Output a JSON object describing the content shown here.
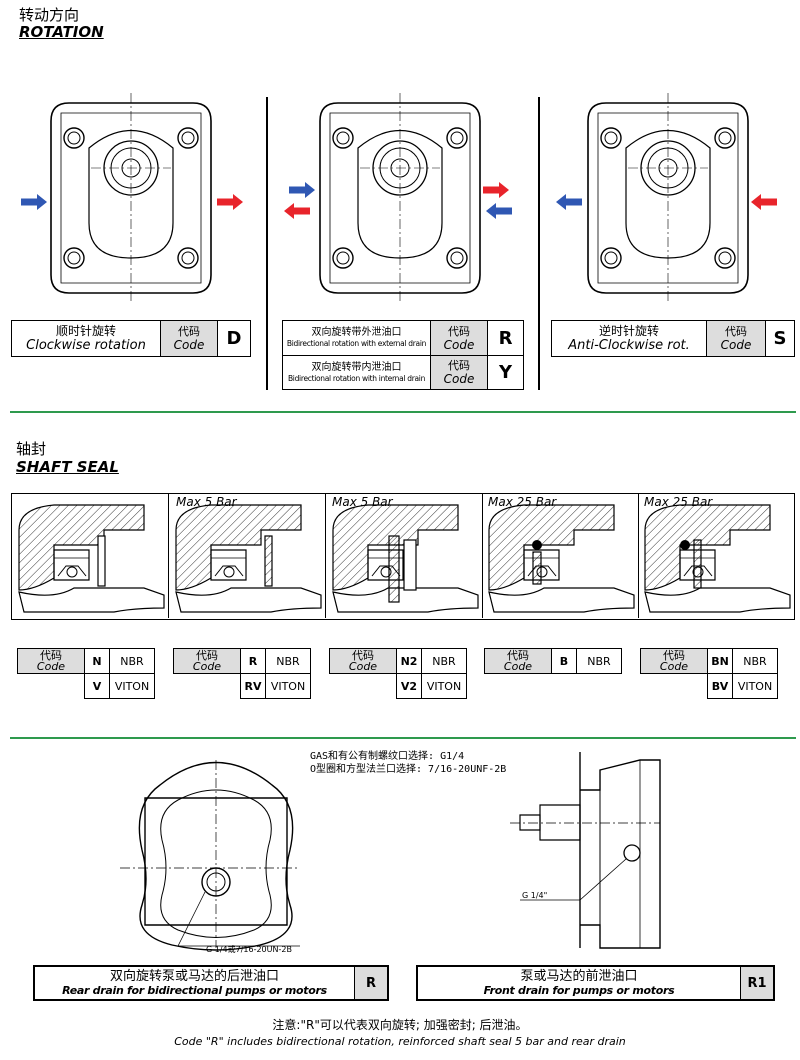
{
  "rotation": {
    "title_cn": "转动方向",
    "title_en": "ROTATION",
    "clockwise": {
      "cn": "顺时针旋转",
      "en": "Clockwise rotation",
      "code_cn": "代码",
      "code_en": "Code",
      "letter": "D"
    },
    "bidirectional": [
      {
        "cn": "双向旋转带外泄油口",
        "en": "Bidirectional rotation with external drain",
        "code_cn": "代码",
        "code_en": "Code",
        "letter": "R"
      },
      {
        "cn": "双向旋转带内泄油口",
        "en": "Bidirectional rotation with internal drain",
        "code_cn": "代码",
        "code_en": "Code",
        "letter": "Y"
      }
    ],
    "anticlockwise": {
      "cn": "逆时针旋转",
      "en": "Anti-Clockwise rot.",
      "code_cn": "代码",
      "code_en": "Code",
      "letter": "S"
    },
    "colors": {
      "blue_arrow": "#2f57b3",
      "red_arrow": "#e8242b"
    }
  },
  "shaft_seal": {
    "title_cn": "轴封",
    "title_en": "SHAFT SEAL",
    "panel_labels": [
      "",
      "Max 5 Bar",
      "Max 5 Bar",
      "Max 25 Bar",
      "Max 25 Bar"
    ],
    "tables": [
      {
        "code_cn": "代码",
        "code_en": "Code",
        "rows": [
          {
            "code": "N",
            "material": "NBR"
          },
          {
            "code": "V",
            "material": "VITON"
          }
        ]
      },
      {
        "code_cn": "代码",
        "code_en": "Code",
        "rows": [
          {
            "code": "R",
            "material": "NBR"
          },
          {
            "code": "RV",
            "material": "VITON"
          }
        ]
      },
      {
        "code_cn": "代码",
        "code_en": "Code",
        "rows": [
          {
            "code": "N2",
            "material": "NBR"
          },
          {
            "code": "V2",
            "material": "VITON"
          }
        ]
      },
      {
        "code_cn": "代码",
        "code_en": "Code",
        "rows": [
          {
            "code": "B",
            "material": "NBR"
          }
        ]
      },
      {
        "code_cn": "代码",
        "code_en": "Code",
        "rows": [
          {
            "code": "BN",
            "material": "NBR"
          },
          {
            "code": "BV",
            "material": "VITON"
          }
        ]
      }
    ]
  },
  "drain": {
    "note_line1": "GAS和有公有制螺纹口选择: G1/4",
    "note_line2": "O型圈和方型法兰口选择: 7/16-20UNF-2B",
    "rear_callout": "G 1/4或7/16-20UN-2B",
    "front_callout": "G 1/4\"",
    "rear": {
      "cn": "双向旋转泵或马达的后泄油口",
      "en": "Rear drain for bidirectional pumps or motors",
      "letter": "R"
    },
    "front": {
      "cn": "泵或马达的前泄油口",
      "en": "Front drain for pumps or motors",
      "letter": "R1"
    },
    "footnote_cn": "注意:\"R\"可以代表双向旋转; 加强密封; 后泄油。",
    "footnote_en": "Code \"R\" includes bidirectional rotation, reinforced shaft seal 5 bar and rear drain"
  }
}
